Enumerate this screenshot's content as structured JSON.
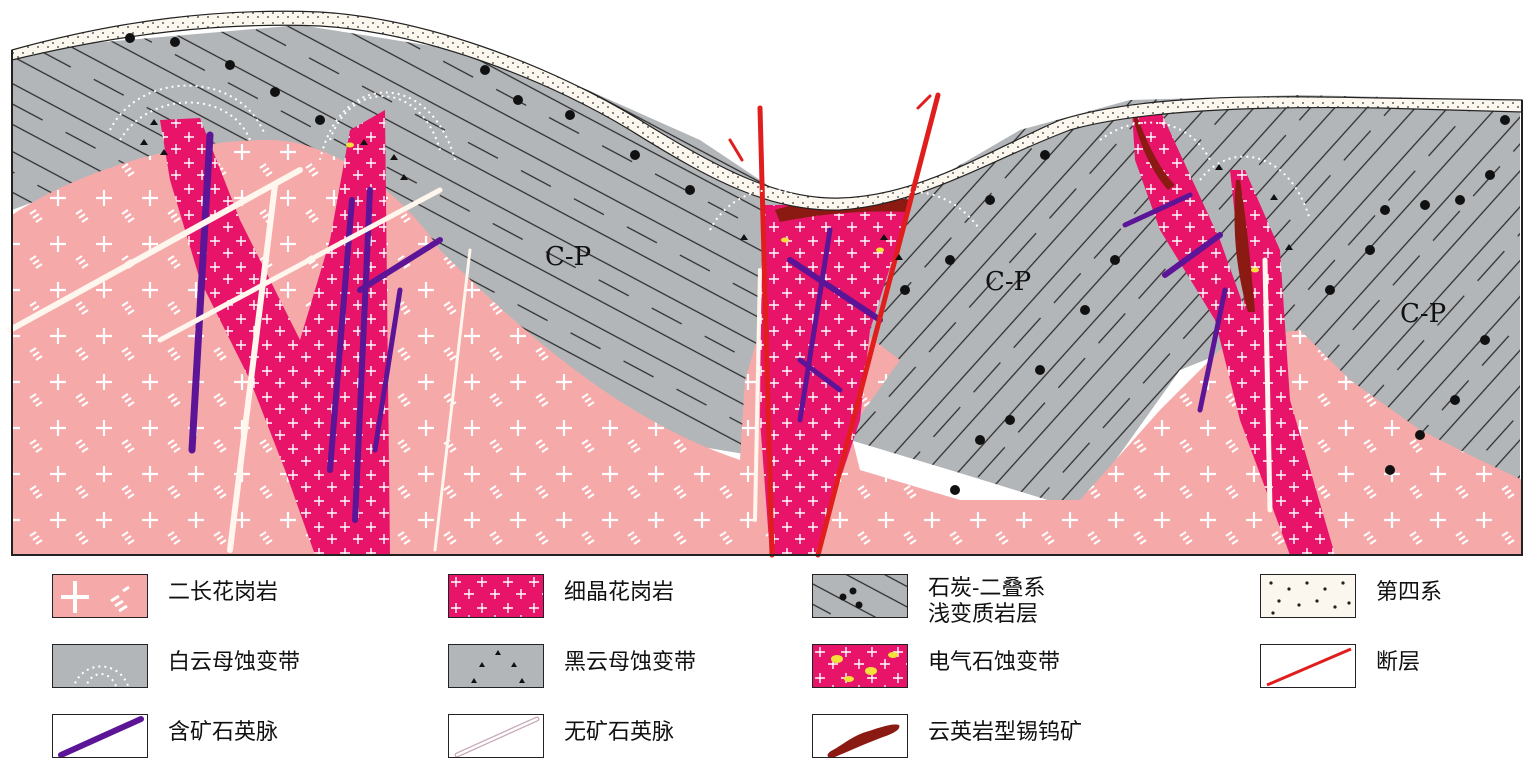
{
  "section": {
    "unit_labels": [
      "C-P",
      "C-P",
      "C-P"
    ]
  },
  "legend": [
    {
      "id": "two-feldspar-granite",
      "label": "二长花岗岩"
    },
    {
      "id": "fine-grained-granite",
      "label": "细晶花岗岩"
    },
    {
      "id": "carboniferous-permian",
      "label": "石炭-二叠系\n浅变质岩层"
    },
    {
      "id": "quaternary",
      "label": "第四系"
    },
    {
      "id": "muscovite-alteration",
      "label": "白云母蚀变带"
    },
    {
      "id": "biotite-alteration",
      "label": "黑云母蚀变带"
    },
    {
      "id": "tourmaline-alteration",
      "label": "电气石蚀变带"
    },
    {
      "id": "fault",
      "label": "断层"
    },
    {
      "id": "ore-quartz-vein",
      "label": "含矿石英脉"
    },
    {
      "id": "barren-quartz-vein",
      "label": "无矿石英脉"
    },
    {
      "id": "greisen-sn-w-ore",
      "label": "云英岩型锡钨矿"
    }
  ],
  "colors": {
    "granite": "#f6a9a9",
    "fine_granite": "#e8146a",
    "strata": "#b3b6b9",
    "quaternary": "#fbf7ee",
    "ore_vein": "#5b1596",
    "fault": "#e01e1e",
    "greisen": "#8a1a12",
    "tourmaline_spot": "#f3e13a"
  }
}
